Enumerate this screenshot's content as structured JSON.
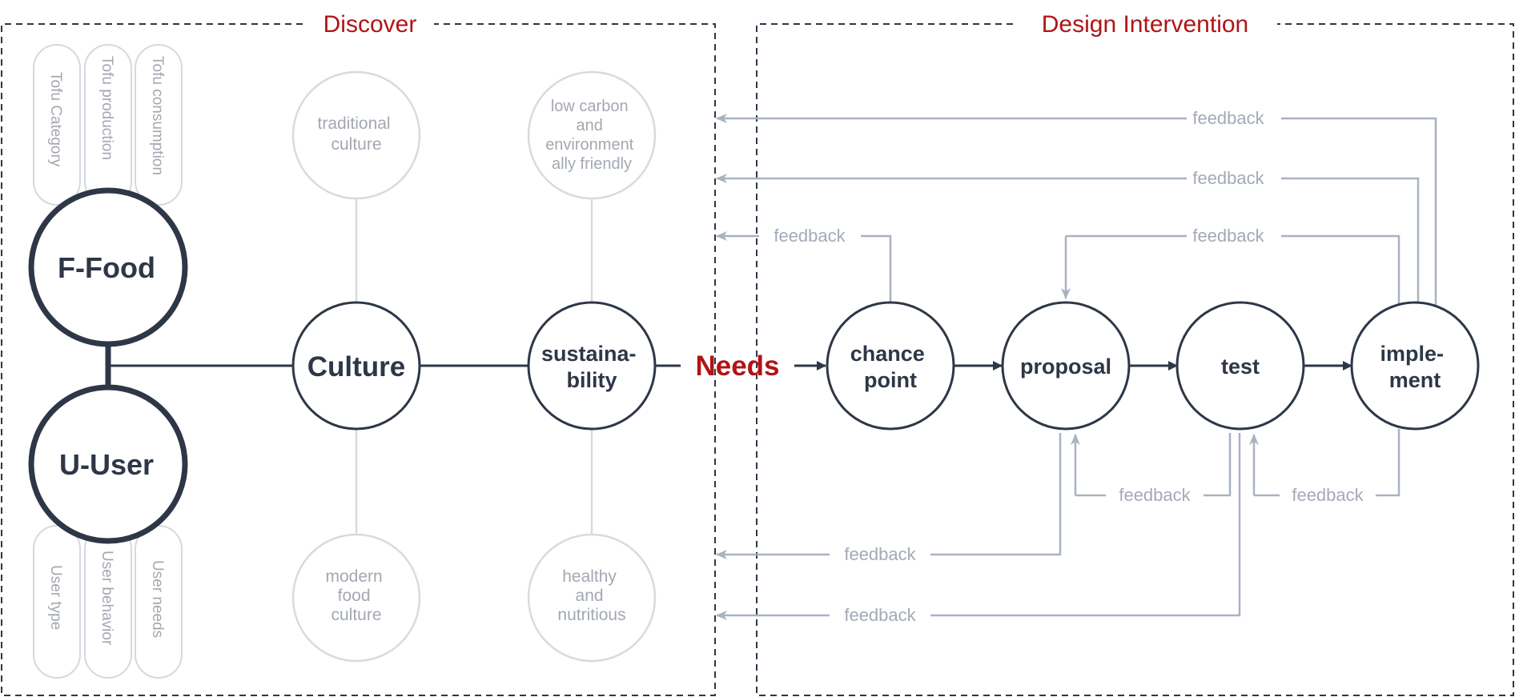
{
  "sections": {
    "discover": "Discover",
    "design_intervention": "Design Intervention"
  },
  "food_pills": [
    "Tofu Category",
    "Tofu production",
    "Tofu consumption"
  ],
  "user_pills": [
    "User type",
    "User behavior",
    "User needs"
  ],
  "big_nodes": {
    "food": "F-Food",
    "user": "U-User"
  },
  "culture": {
    "label": "Culture",
    "top": [
      "traditional",
      "culture"
    ],
    "bottom": [
      "modern",
      "food",
      "culture"
    ]
  },
  "sustainability": {
    "label": [
      "sustaina-",
      "bility"
    ],
    "top": [
      "low carbon",
      "and",
      "environment",
      "ally friendly"
    ],
    "bottom": [
      "healthy",
      "and",
      "nutritious"
    ]
  },
  "needs": "Needs",
  "steps": {
    "chance_point": [
      "chance",
      "point"
    ],
    "proposal": "proposal",
    "test": "test",
    "implement": [
      "imple-",
      "ment"
    ]
  },
  "feedback_label": "feedback",
  "colors": {
    "dark": "#2e3747",
    "accent": "#b01416",
    "feedback": "#a9b2c1",
    "light": "#d7dbe0"
  }
}
